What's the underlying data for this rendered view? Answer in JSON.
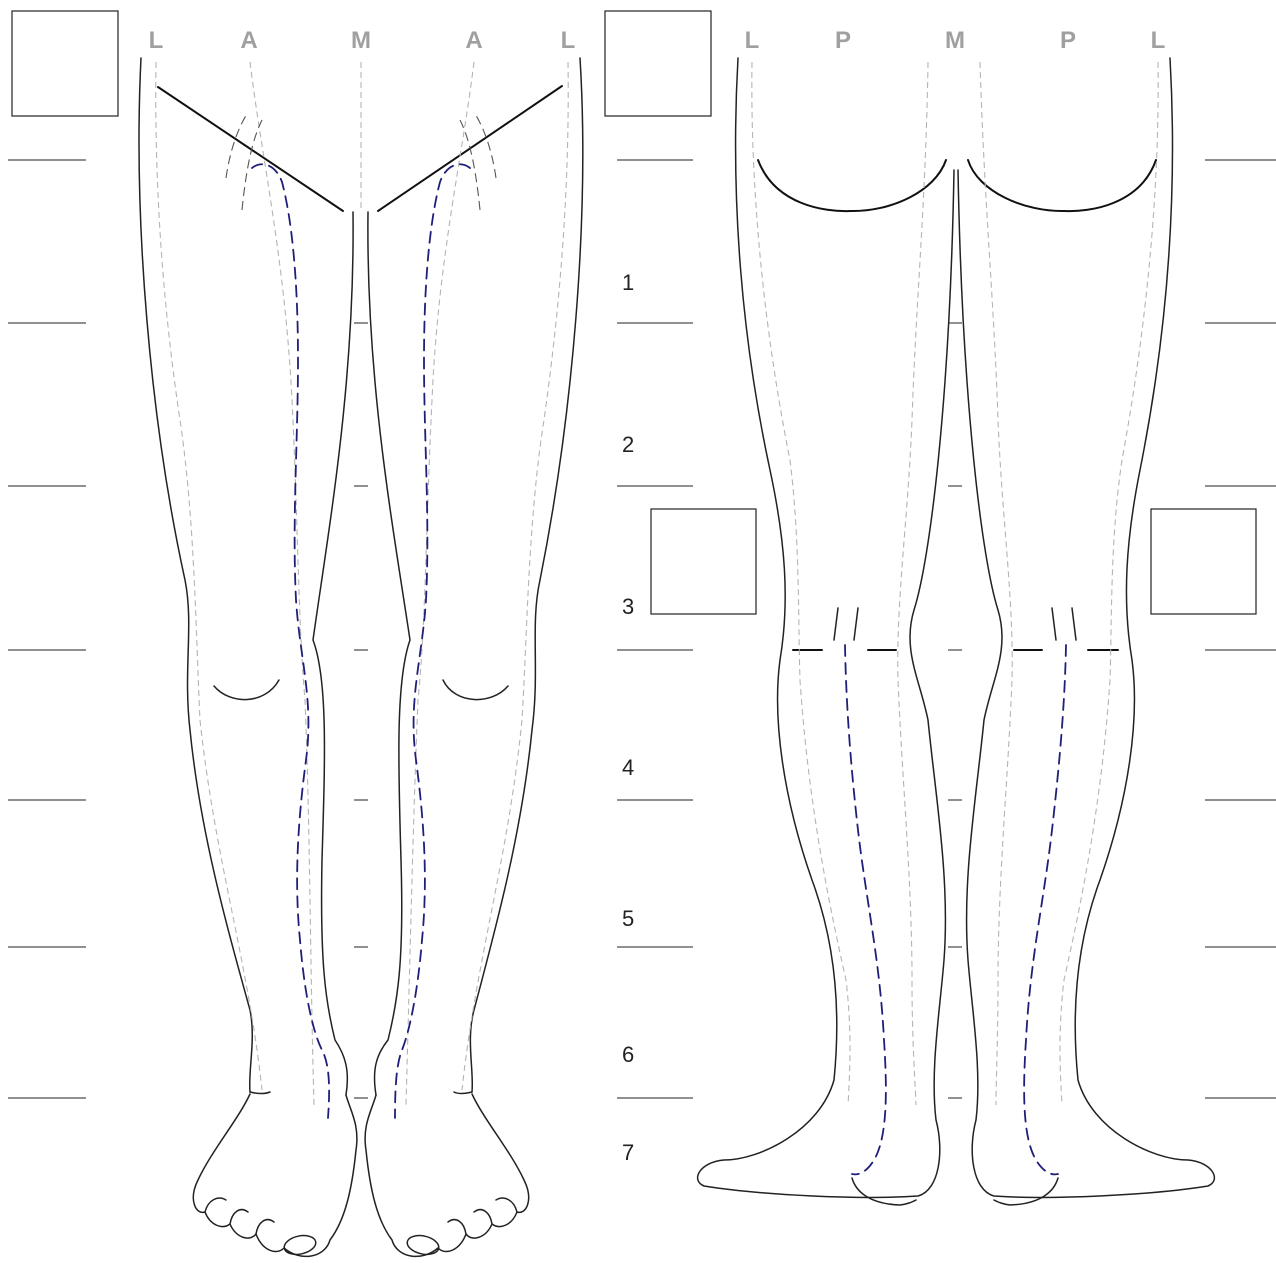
{
  "colors": {
    "outline": "#222222",
    "letters": "#a0a0a0",
    "guide_lines": "#b4b4b4",
    "vein_lines": "#1f1f7a",
    "background": "#ffffff"
  },
  "anterior_view": {
    "axis_letters": [
      "L",
      "A",
      "M",
      "A",
      "L"
    ]
  },
  "posterior_view": {
    "axis_letters": [
      "L",
      "P",
      "M",
      "P",
      "L"
    ]
  },
  "levels": [
    "1",
    "2",
    "3",
    "4",
    "5",
    "6",
    "7"
  ]
}
